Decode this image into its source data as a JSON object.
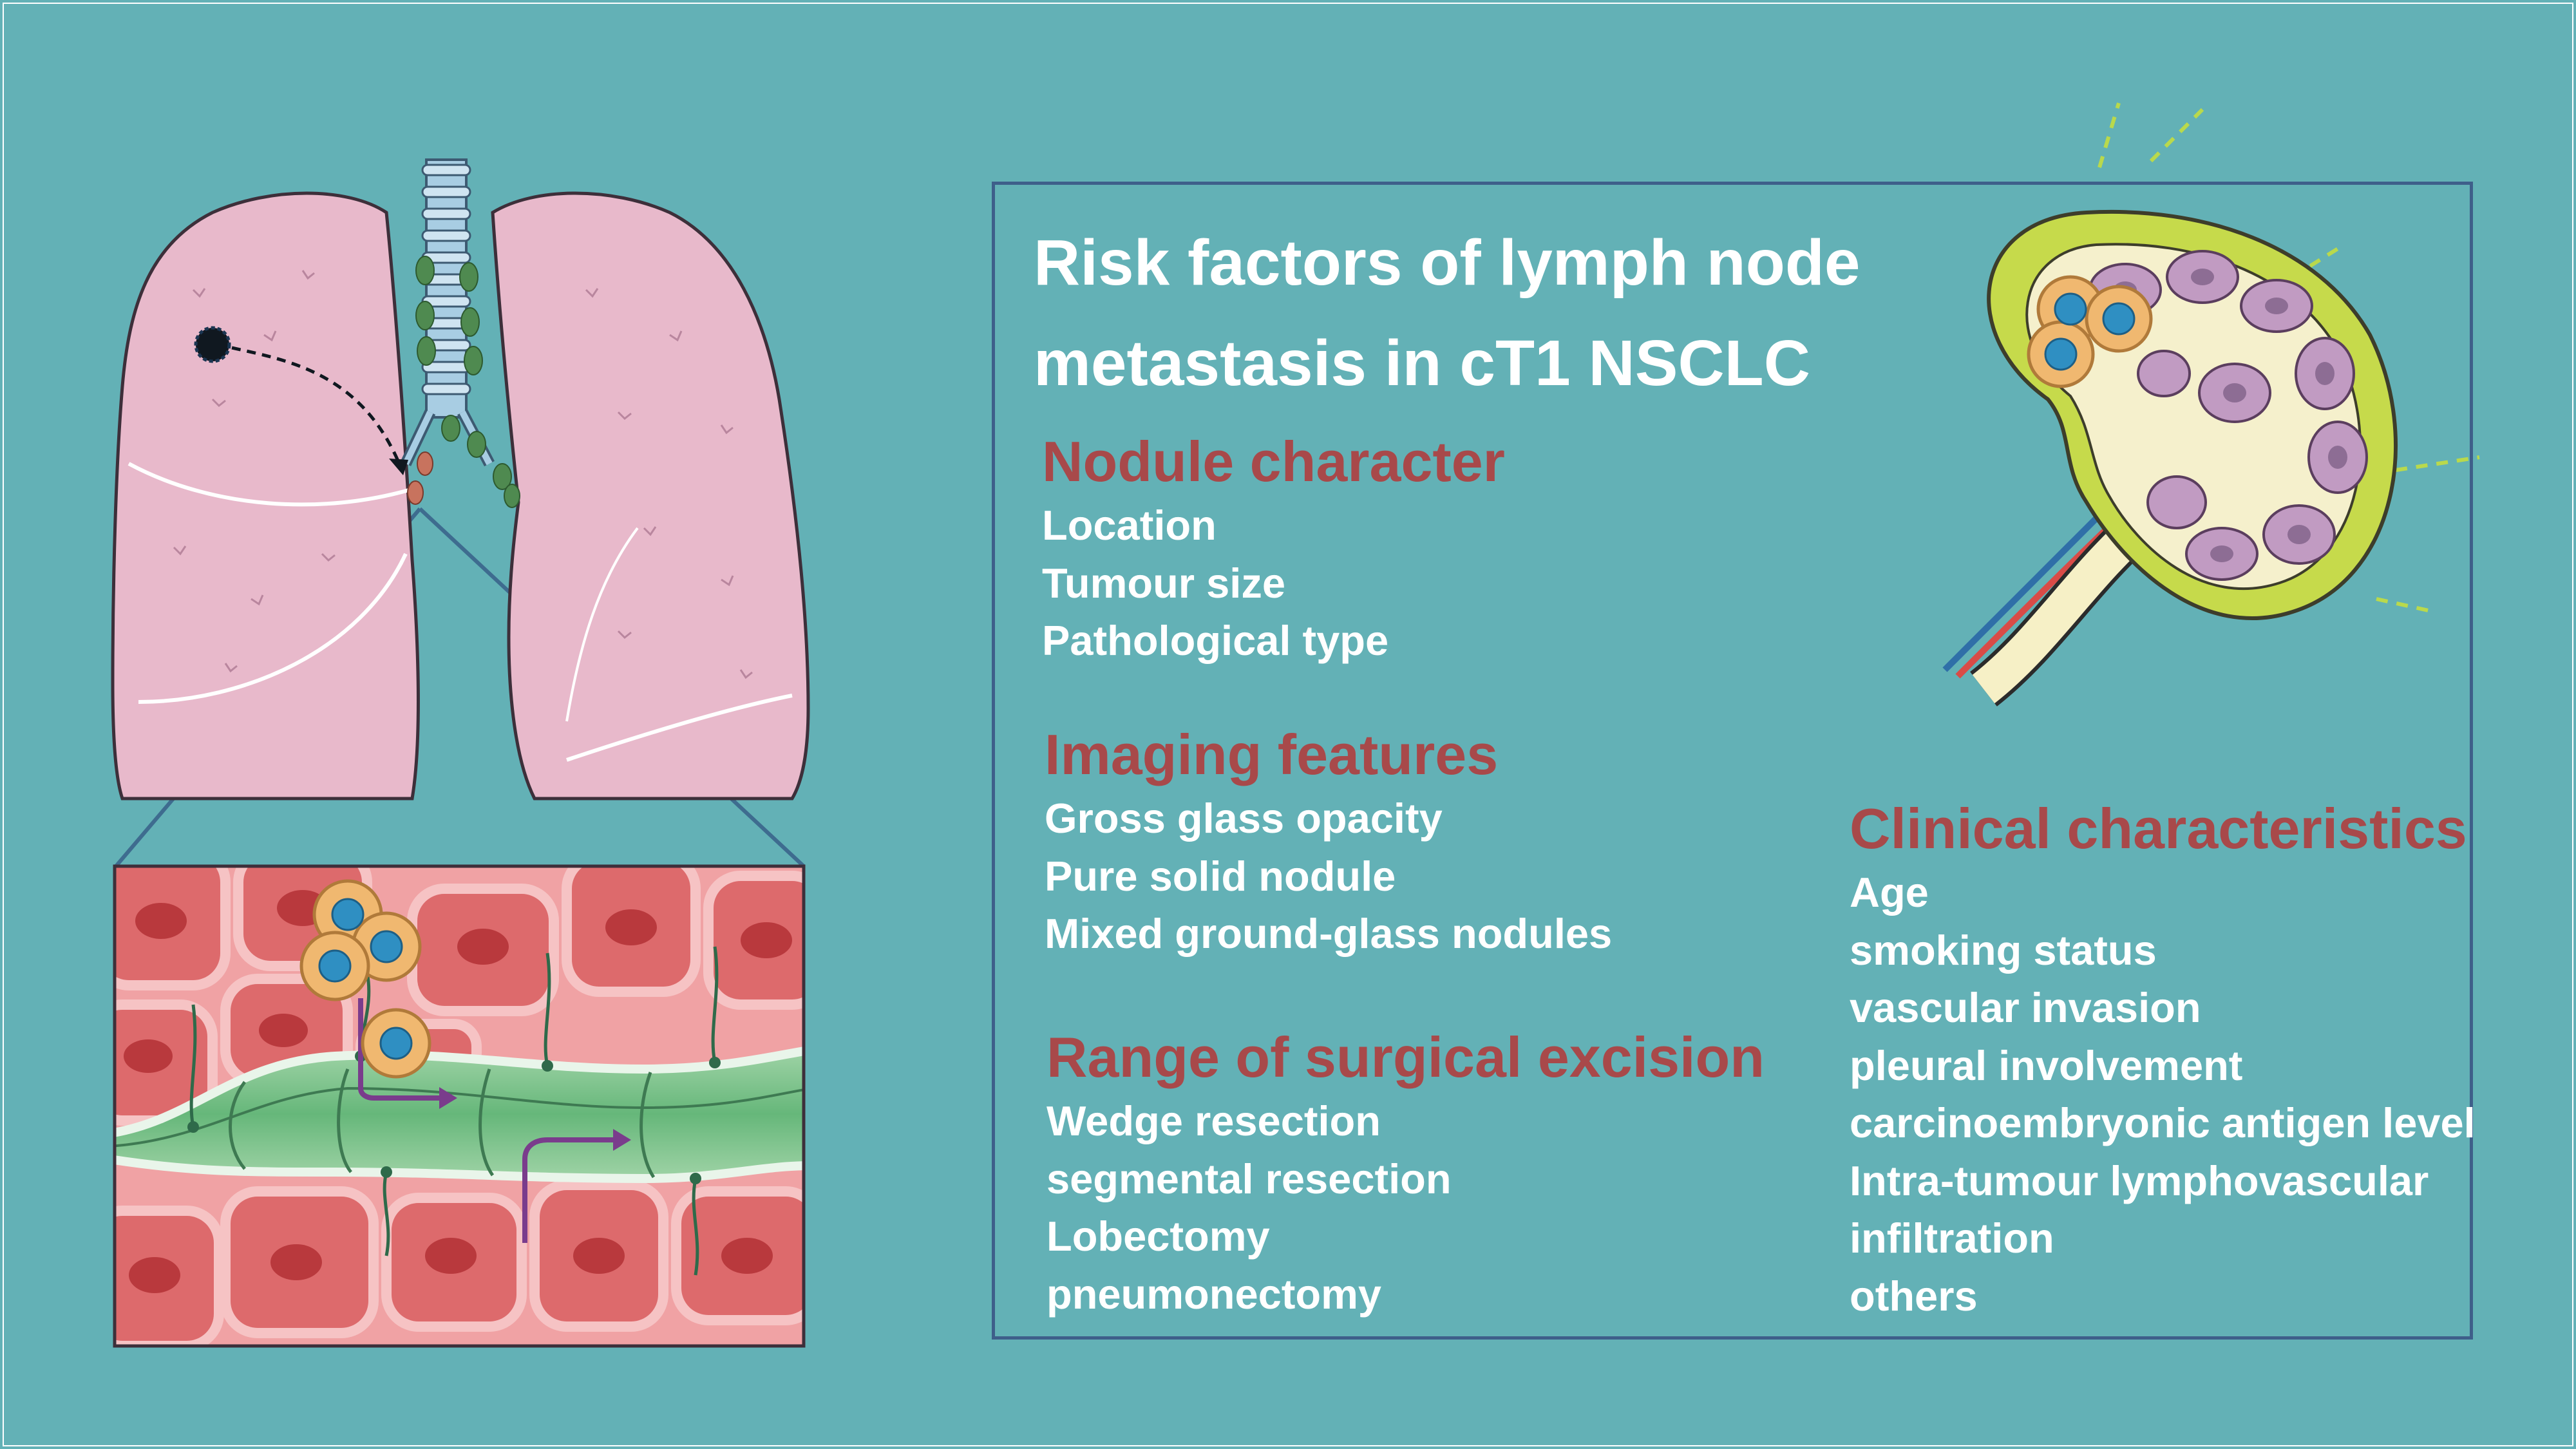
{
  "title": "Risk factors of lymph node metastasis in cT1 NSCLC",
  "colors": {
    "background": "#63b1b6",
    "heading": "#a8494a",
    "text": "#ffffff",
    "box_border": "#3e5f8a"
  },
  "sections": {
    "nodule": {
      "heading": "Nodule character",
      "items": [
        "Location",
        "Tumour size",
        "Pathological type"
      ]
    },
    "imaging": {
      "heading": "Imaging features",
      "items": [
        "Gross glass opacity",
        "Pure solid nodule",
        "Mixed ground-glass nodules"
      ]
    },
    "surgical": {
      "heading": "Range of surgical excision",
      "items": [
        "Wedge resection",
        "segmental resection",
        "Lobectomy",
        "pneumonectomy"
      ]
    },
    "clinical": {
      "heading": "Clinical characteristics",
      "items": [
        "Age",
        "smoking status",
        "vascular invasion",
        "pleural involvement",
        "carcinoembryonic antigen level",
        "Intra-tumour lymphovascular",
        "infiltration",
        "others"
      ]
    }
  },
  "illustrations": [
    {
      "name": "lungs-illustration",
      "icon": "lungs-icon"
    },
    {
      "name": "lymphatic-vessel-illustration",
      "icon": "tissue-vessel-icon"
    },
    {
      "name": "lymph-node-illustration",
      "icon": "lymph-node-icon"
    }
  ]
}
